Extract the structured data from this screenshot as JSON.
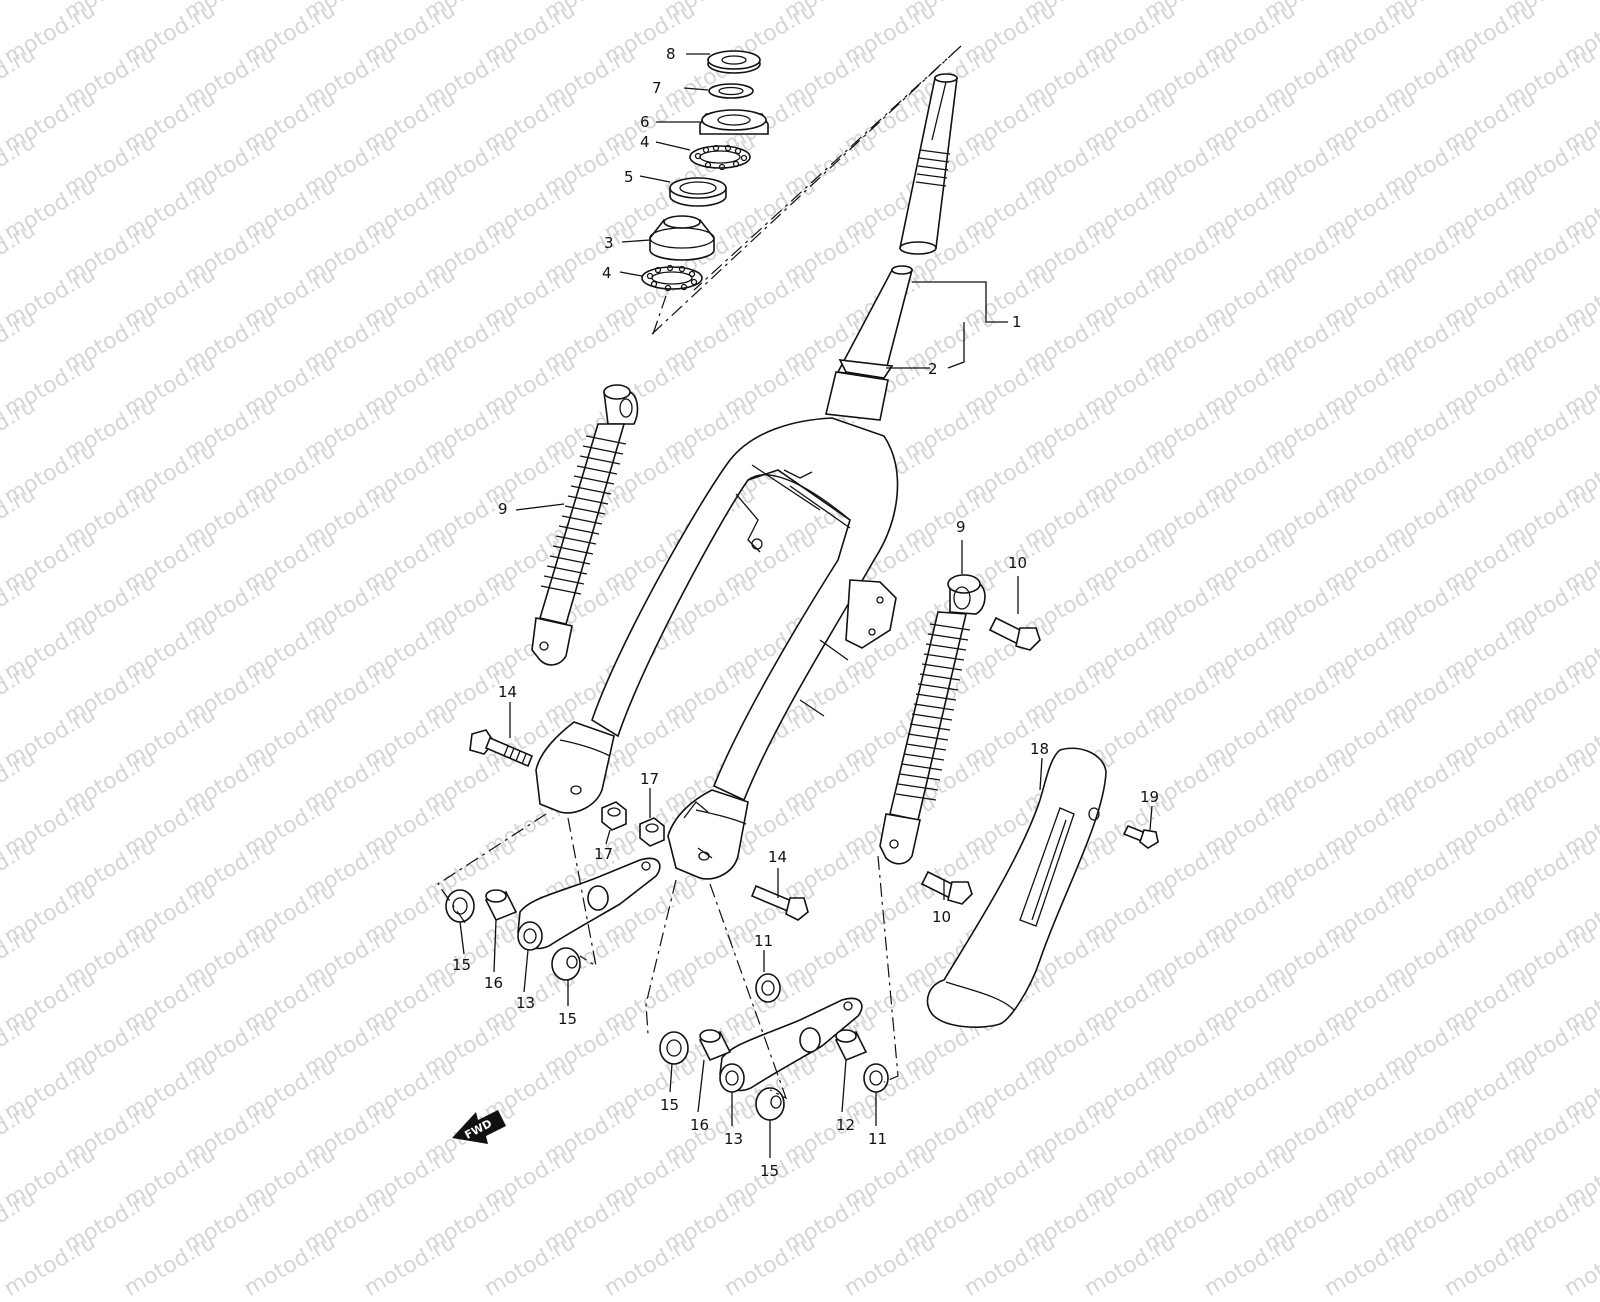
{
  "watermark": {
    "text": "motod.ru"
  },
  "fwd_badge": {
    "label": "FWD"
  },
  "callouts": [
    {
      "id": "c8",
      "label": "8"
    },
    {
      "id": "c7",
      "label": "7"
    },
    {
      "id": "c6",
      "label": "6"
    },
    {
      "id": "c4a",
      "label": "4"
    },
    {
      "id": "c5",
      "label": "5"
    },
    {
      "id": "c3",
      "label": "3"
    },
    {
      "id": "c4b",
      "label": "4"
    },
    {
      "id": "c1",
      "label": "1"
    },
    {
      "id": "c2",
      "label": "2"
    },
    {
      "id": "c9a",
      "label": "9"
    },
    {
      "id": "c9b",
      "label": "9"
    },
    {
      "id": "c10a",
      "label": "10"
    },
    {
      "id": "c14a",
      "label": "14"
    },
    {
      "id": "c17a",
      "label": "17"
    },
    {
      "id": "c17b",
      "label": "17"
    },
    {
      "id": "c18",
      "label": "18"
    },
    {
      "id": "c19",
      "label": "19"
    },
    {
      "id": "c14b",
      "label": "14"
    },
    {
      "id": "c10b",
      "label": "10"
    },
    {
      "id": "c11a",
      "label": "11"
    },
    {
      "id": "c15a",
      "label": "15"
    },
    {
      "id": "c16a",
      "label": "16"
    },
    {
      "id": "c13a",
      "label": "13"
    },
    {
      "id": "c15b",
      "label": "15"
    },
    {
      "id": "c15c",
      "label": "15"
    },
    {
      "id": "c16b",
      "label": "16"
    },
    {
      "id": "c13b",
      "label": "13"
    },
    {
      "id": "c15d",
      "label": "15"
    },
    {
      "id": "c12",
      "label": "12"
    },
    {
      "id": "c11b",
      "label": "11"
    }
  ]
}
